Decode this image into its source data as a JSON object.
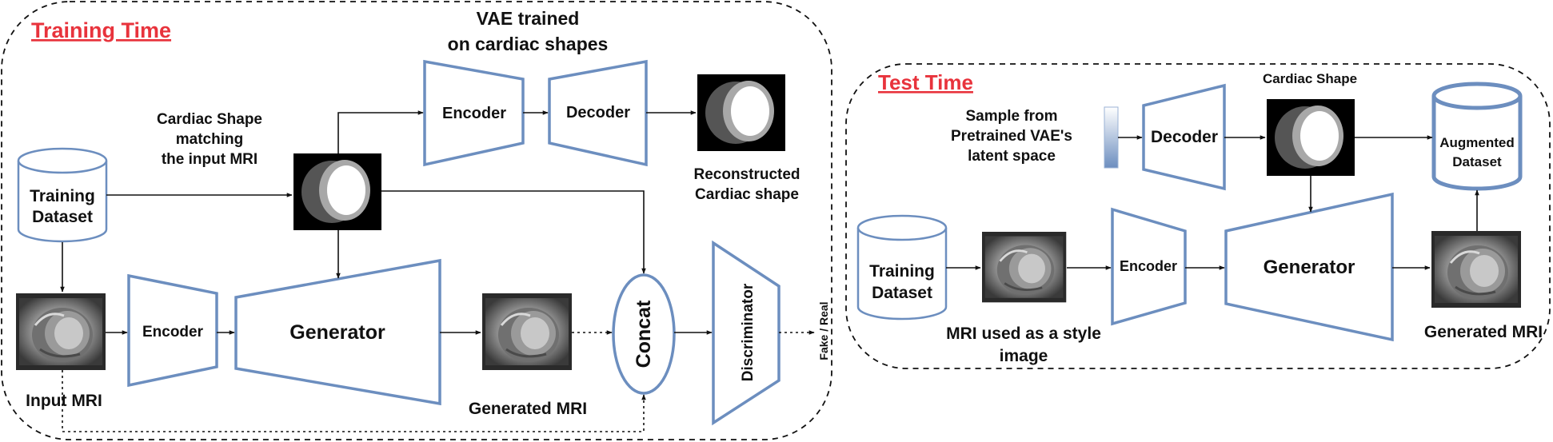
{
  "training": {
    "title": "Training Time",
    "vae_title_1": "VAE trained",
    "vae_title_2": "on cardiac shapes",
    "vae_encoder": "Encoder",
    "vae_decoder": "Decoder",
    "recon_label_1": "Reconstructed",
    "recon_label_2": "Cardiac shape",
    "shape_label_1": "Cardiac Shape",
    "shape_label_2": "matching",
    "shape_label_3": "the input MRI",
    "dataset_1": "Training",
    "dataset_2": "Dataset",
    "input_mri": "Input MRI",
    "encoder": "Encoder",
    "generator": "Generator",
    "generated_mri": "Generated MRI",
    "concat": "Concat",
    "discriminator": "Discriminator",
    "output": "Fake / Real"
  },
  "test": {
    "title": "Test Time",
    "sample_1": "Sample from",
    "sample_2": "Pretrained VAE's",
    "sample_3": "latent space",
    "decoder": "Decoder",
    "cardiac_shape": "Cardiac Shape",
    "augmented_1": "Augmented",
    "augmented_2": "Dataset",
    "dataset_1": "Training",
    "dataset_2": "Dataset",
    "style_1": "MRI used as a style",
    "style_2": "image",
    "encoder": "Encoder",
    "generator": "Generator",
    "generated_mri": "Generated MRI"
  },
  "colors": {
    "accent_title": "#e8333c",
    "block_stroke": "#6c8ebf"
  }
}
